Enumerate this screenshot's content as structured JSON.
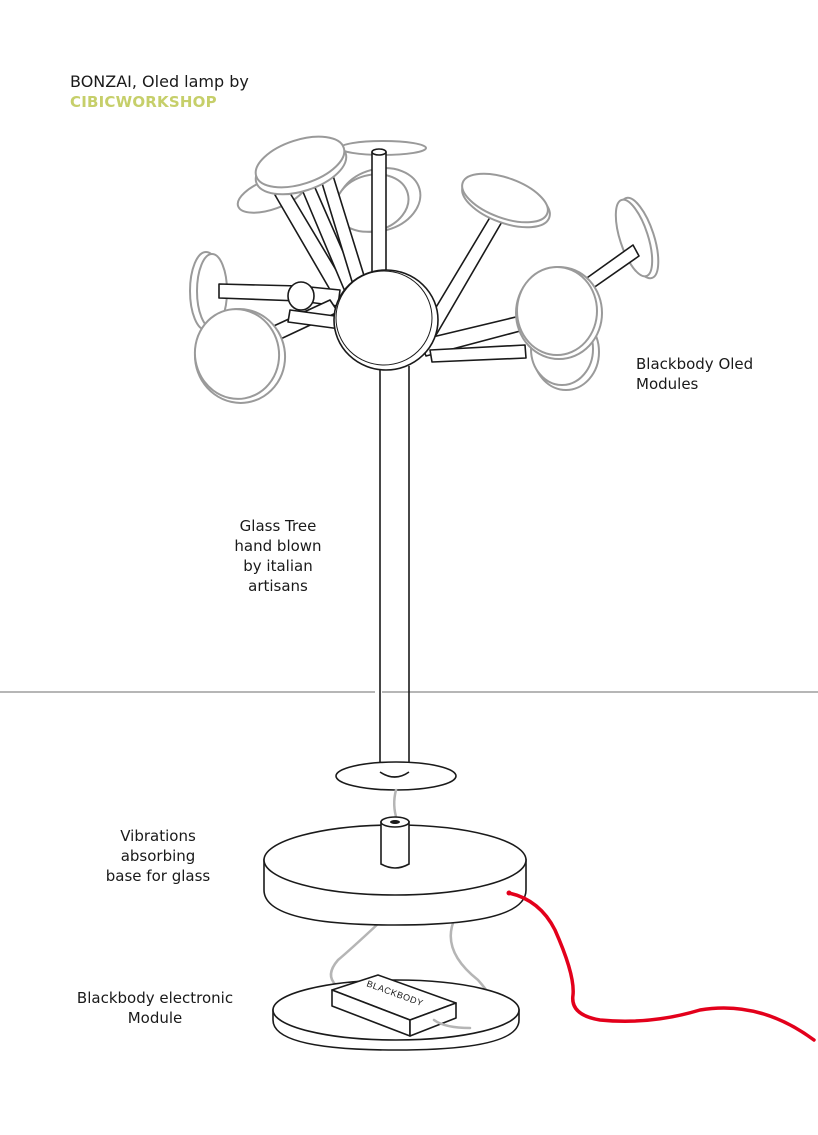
{
  "title": {
    "text": "BONZAI, Oled lamp by",
    "brand": "CIBICWORKSHOP",
    "brand_color": "#c6cf6a"
  },
  "labels": {
    "oled_modules": [
      "Blackbody Oled",
      "Modules"
    ],
    "glass_tree": [
      "Glass Tree",
      "hand blown",
      "by italian",
      "artisans"
    ],
    "base": [
      "Vibrations",
      "absorbing",
      "base for glass"
    ],
    "electronic_module": [
      "Blackbody electronic",
      "Module"
    ]
  },
  "module_box_text": "BLACKBODY",
  "colors": {
    "outline": "#1a1a1a",
    "oled_disc": "#9a9a9a",
    "cable_gray": "#b5b5b5",
    "power_cable": "#e3001b"
  }
}
